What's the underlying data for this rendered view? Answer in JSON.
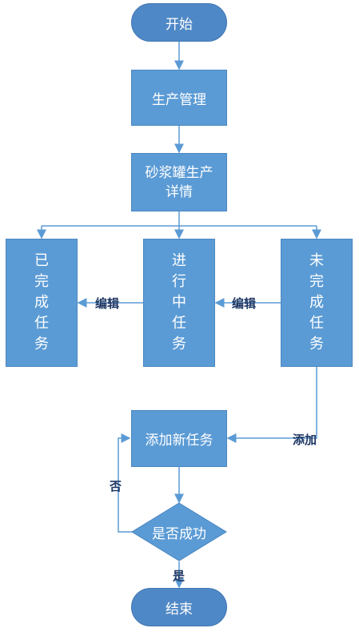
{
  "nodes": {
    "start": "开始",
    "production_management": "生产管理",
    "detail_line1": "砂浆罐生产",
    "detail_line2": "详情",
    "completed": [
      "已",
      "完",
      "成",
      "任",
      "务"
    ],
    "in_progress": [
      "进",
      "行",
      "中",
      "任",
      "务"
    ],
    "not_completed": [
      "未",
      "完",
      "成",
      "任",
      "务"
    ],
    "add_task": "添加新任务",
    "decision": "是否成功",
    "end": "结束"
  },
  "edge_labels": {
    "edit_left": "编辑",
    "edit_right": "编辑",
    "add": "添加",
    "no": "否",
    "yes": "是"
  },
  "colors": {
    "fill": "#5b9bd5",
    "terminal": "#4f88c6",
    "arrow": "#5b9bd5",
    "label_text": "#1f3864"
  }
}
